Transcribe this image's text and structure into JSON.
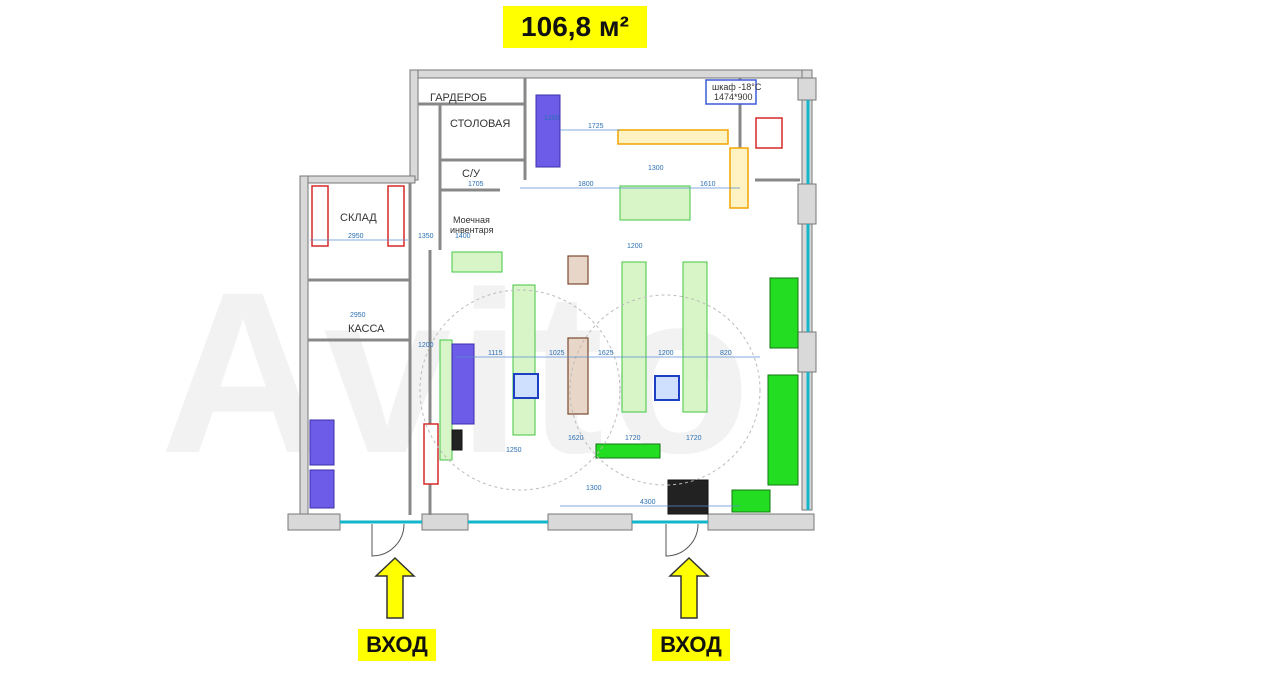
{
  "area_label": "106,8 м²",
  "entrance_label": "ВХОД",
  "watermark": "Avito",
  "rooms": {
    "cloakroom": "ГАРДЕРОБ",
    "canteen": "СТОЛОВАЯ",
    "wc": "С/У",
    "storage": "СКЛАД",
    "washroom_line1": "Моечная",
    "washroom_line2": "инвентаря",
    "cashier": "КАССА",
    "freezer_line1": "шкаф -18°С",
    "freezer_line2": "1474*900"
  },
  "dimensions": [
    "1725",
    "1800",
    "1610",
    "1300",
    "1200",
    "1350",
    "2950",
    "1705",
    "1400",
    "1200",
    "1115",
    "1025",
    "1625",
    "1200",
    "1250",
    "1300",
    "1620",
    "1720",
    "1720",
    "4300",
    "2950",
    "820",
    "1250"
  ],
  "colors": {
    "yellow": "#ffff00",
    "arrow": "#ffff00",
    "wall": "#d9d9d9",
    "green": "#22dd22",
    "blue": "#3b5bdb",
    "red": "#d62828",
    "purple": "#6c5ce7",
    "cyan": "#12b5c9",
    "orange": "#f0a500"
  }
}
